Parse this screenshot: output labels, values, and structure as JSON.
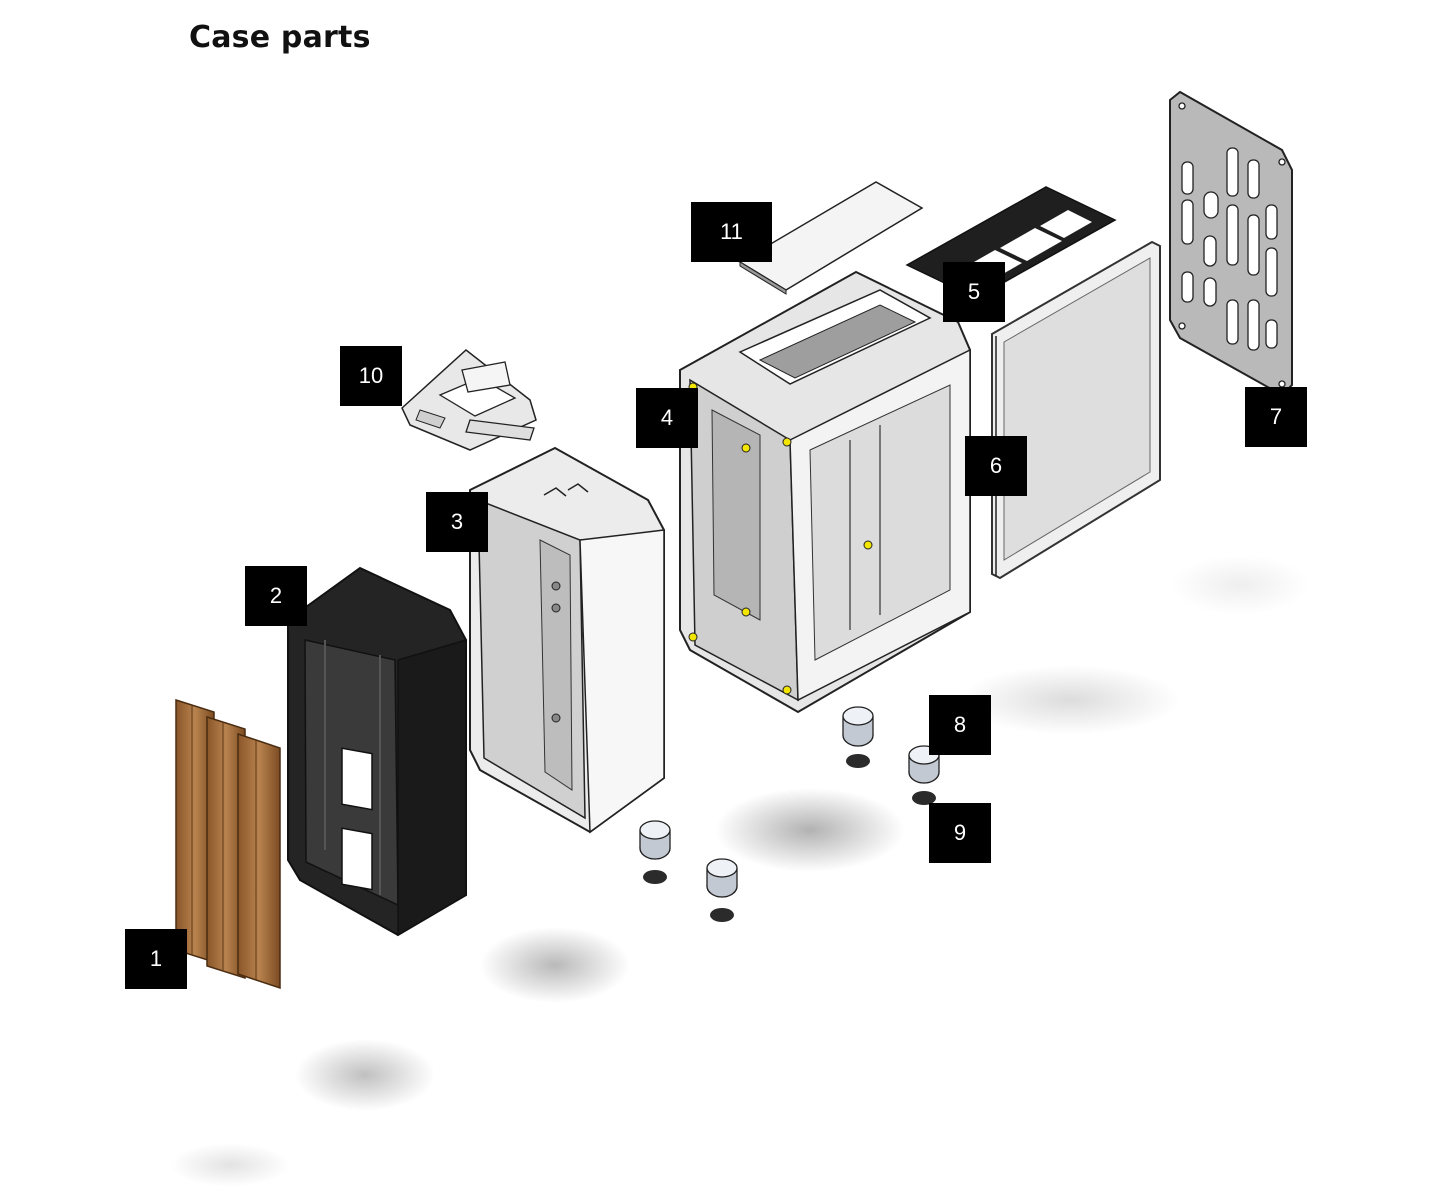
{
  "page": {
    "title": "Case parts"
  },
  "colors": {
    "background": "#ffffff",
    "callout_bg": "#000000",
    "callout_text": "#ffffff",
    "wood": "#a9713f",
    "black_part": "#2a2a2a",
    "grey_part": "#d8d8d8",
    "highlight": "#f2e500"
  },
  "callouts": [
    {
      "id": "c1",
      "label": "1"
    },
    {
      "id": "c2",
      "label": "2"
    },
    {
      "id": "c3",
      "label": "3"
    },
    {
      "id": "c4",
      "label": "4"
    },
    {
      "id": "c5",
      "label": "5"
    },
    {
      "id": "c6",
      "label": "6"
    },
    {
      "id": "c7",
      "label": "7"
    },
    {
      "id": "c8",
      "label": "8"
    },
    {
      "id": "c9",
      "label": "9"
    },
    {
      "id": "c10",
      "label": "10"
    },
    {
      "id": "c11",
      "label": "11"
    }
  ]
}
